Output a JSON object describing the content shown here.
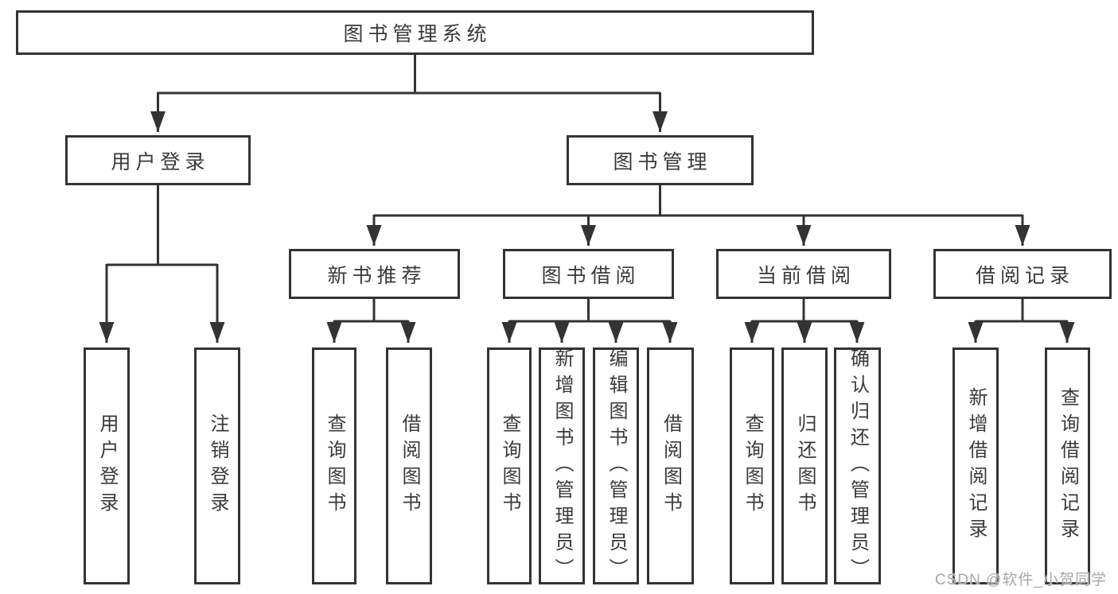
{
  "tree": {
    "root": {
      "label": "图书管理系统",
      "children": [
        {
          "label": "用户登录",
          "children": [
            {
              "label": "用户登录"
            },
            {
              "label": "注销登录"
            }
          ]
        },
        {
          "label": "图书管理",
          "children": [
            {
              "label": "新书推荐",
              "children": [
                {
                  "label": "查询图书"
                },
                {
                  "label": "借阅图书"
                }
              ]
            },
            {
              "label": "图书借阅",
              "children": [
                {
                  "label": "查询图书"
                },
                {
                  "label": "新增图书（管理员）"
                },
                {
                  "label": "编辑图书（管理员）"
                },
                {
                  "label": "借阅图书"
                }
              ]
            },
            {
              "label": "当前借阅",
              "children": [
                {
                  "label": "查询图书"
                },
                {
                  "label": "归还图书"
                },
                {
                  "label": "确认归还（管理员）"
                }
              ]
            },
            {
              "label": "借阅记录",
              "children": [
                {
                  "label": "新增借阅记录"
                },
                {
                  "label": "查询借阅记录"
                }
              ]
            }
          ]
        }
      ]
    }
  },
  "watermark": {
    "text": "CSDN @软件_小贺同学"
  },
  "colors": {
    "line": "#333333",
    "box_border": "#333333",
    "text": "#3a3a3a",
    "watermark": "#a8a8a8",
    "background": "#ffffff"
  }
}
